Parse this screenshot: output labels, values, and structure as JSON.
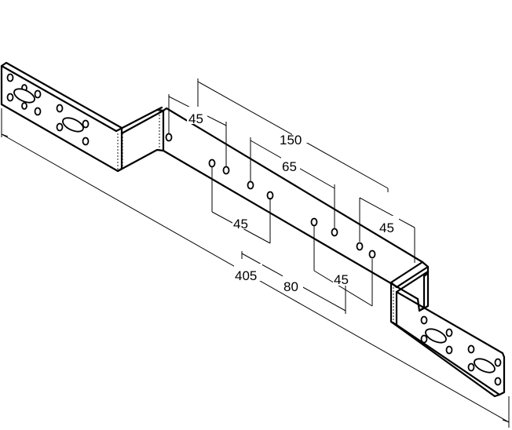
{
  "drawing": {
    "subject": "offset mounting bracket",
    "dimensions": {
      "overall_length": "405",
      "outer_hole_span": "150",
      "inner_hole_span": "65",
      "hole_pitch_top_left": "45",
      "hole_pitch_middle": "45",
      "hole_pitch_lower_right": "45",
      "hole_pitch_upper_right": "45",
      "lower_span": "80"
    },
    "colors": {
      "line": "#000000",
      "background": "#ffffff"
    }
  }
}
